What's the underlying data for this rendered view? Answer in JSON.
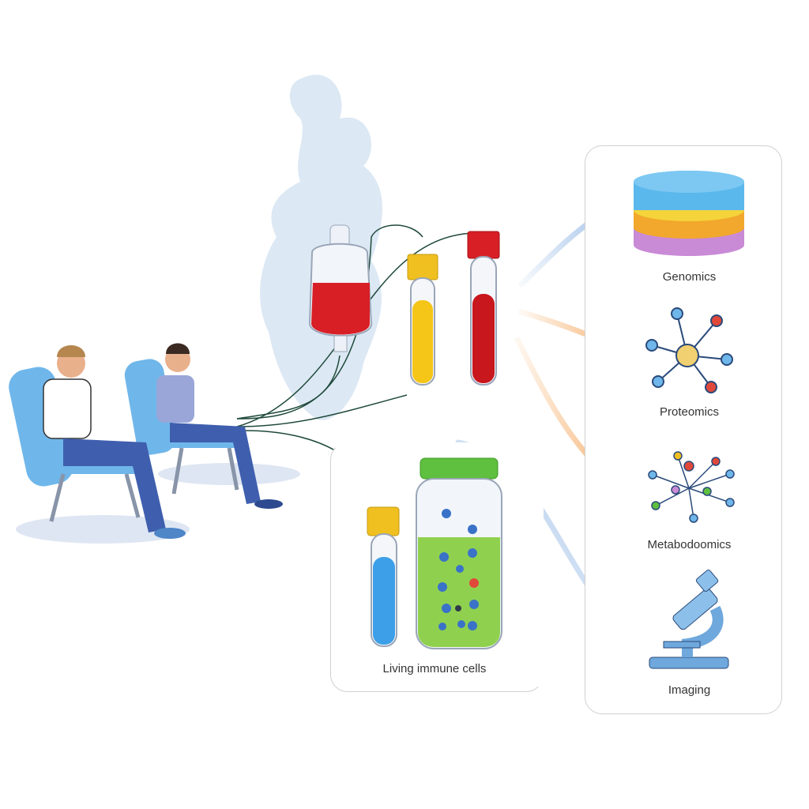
{
  "diagram": {
    "source": {
      "participants": [
        {
          "name": "participant-1",
          "shirt_color": "#ffffff",
          "pants_color": "#3f5fae"
        },
        {
          "name": "participant-2",
          "shirt_color": "#9aa6d8",
          "pants_color": "#3f5fae"
        }
      ],
      "chair_color": "#6fb6ea",
      "background_blob_color": "#d6e4f2"
    },
    "samples": {
      "iv_bag_color": "#d81f26",
      "tubes": [
        {
          "name": "plasma-tube",
          "cap_color": "#f0c020",
          "fill_color": "#f5c518"
        },
        {
          "name": "blood-tube",
          "cap_color": "#d81f26",
          "fill_color": "#c8171d"
        }
      ]
    },
    "cells_panel": {
      "label": "Living immune cells",
      "tube": {
        "cap_color": "#f0c020",
        "fill_color": "#3d9fe8"
      },
      "jar": {
        "lid_color": "#5fbf3f",
        "fill_color": "#8fd14f"
      }
    },
    "omics_panel": {
      "items": [
        {
          "label": "Genomics",
          "icon": "database-layers-icon"
        },
        {
          "label": "Proteomics",
          "icon": "protein-network-icon"
        },
        {
          "label": "Metabodoomics",
          "icon": "metabolite-network-icon"
        },
        {
          "label": "Imaging",
          "icon": "microscope-icon"
        }
      ]
    },
    "arrows": [
      {
        "to": "Genomics",
        "color": "#a9c6ea"
      },
      {
        "to": "Proteomics",
        "color": "#f6b77a"
      },
      {
        "to": "Metabodoomics",
        "color": "#f6b77a"
      },
      {
        "to": "Imaging",
        "color": "#9cbfe8"
      }
    ]
  }
}
